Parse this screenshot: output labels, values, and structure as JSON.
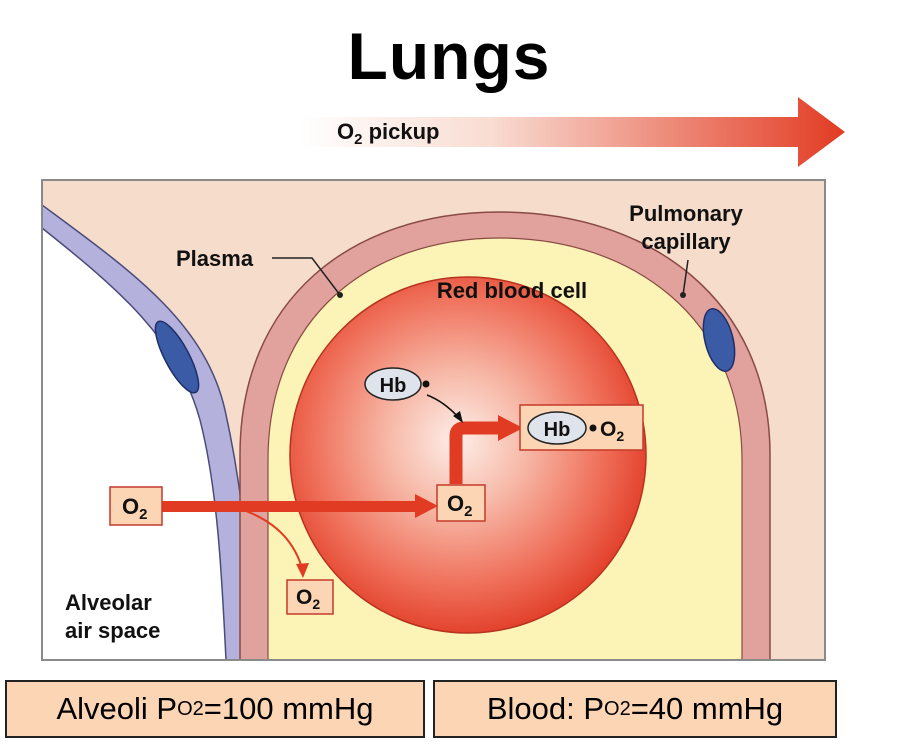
{
  "title": "Lungs",
  "pickup_arrow": {
    "label": "O",
    "sub": "2",
    "suffix": " pickup"
  },
  "labels": {
    "plasma": "Plasma",
    "pulmonary_line1": "Pulmonary",
    "pulmonary_line2": "capillary",
    "red_blood_cell": "Red blood cell",
    "alveolar_line1": "Alveolar",
    "alveolar_line2": "air space"
  },
  "molecules": {
    "hb": "Hb",
    "o": "O",
    "two": "2"
  },
  "boxes": {
    "alveoli": {
      "prefix": "Alveoli P",
      "sub": "O2",
      "suffix": " =100 mmHg"
    },
    "blood": {
      "prefix": "Blood: P",
      "sub": "O2",
      "suffix": " =40 mmHg"
    }
  },
  "colors": {
    "tissue": "#f6dccb",
    "capillary_wall": "#e1a19c",
    "plasma": "#fbf4b6",
    "rbc": "#ee5a45",
    "arrow_red": "#e23b23",
    "epithelium": "#b4b1dc",
    "nucleus": "#3b5ba6",
    "box_fill": "#fcd5b4"
  }
}
